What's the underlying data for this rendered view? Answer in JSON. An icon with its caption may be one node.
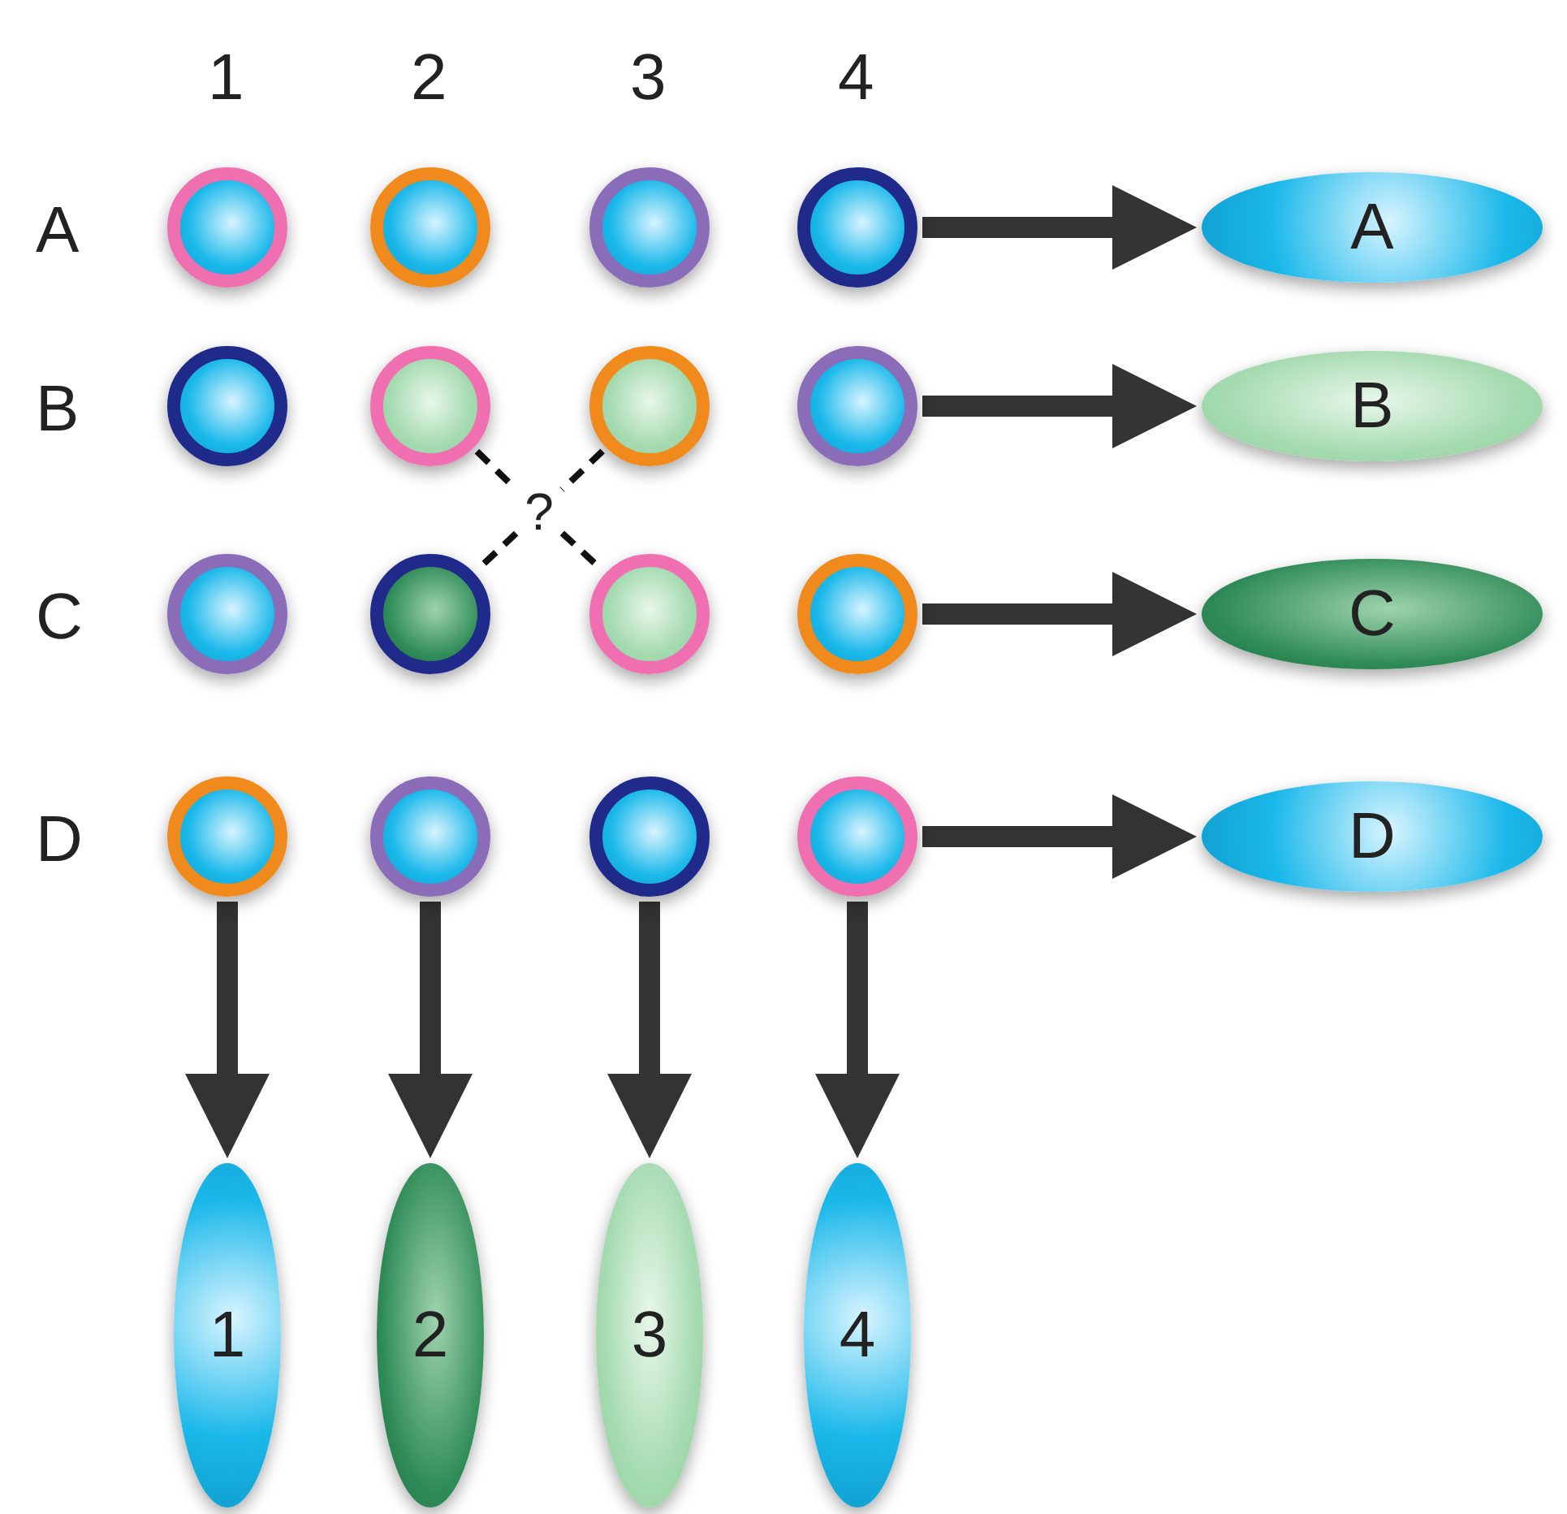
{
  "diagram": {
    "nodes": [
      {
        "text": [],
        "shape": "circle"
      },
      {
        "text": [],
        "shape": "circle"
      },
      {
        "text": [],
        "shape": "circle"
      },
      {
        "text": [],
        "shape": "circle"
      },
      {
        "text": [],
        "shape": "circle"
      },
      {
        "text": [],
        "shape": "circle"
      },
      {
        "text": [],
        "shape": "circle"
      },
      {
        "text": [],
        "shape": "circle"
      },
      {
        "text": [],
        "shape": "circle"
      },
      {
        "text": [],
        "shape": "circle"
      },
      {
        "text": [],
        "shape": "circle"
      },
      {
        "text": [],
        "shape": "circle"
      },
      {
        "text": [],
        "shape": "circle"
      },
      {
        "text": [],
        "shape": "circle"
      },
      {
        "text": [],
        "shape": "circle"
      },
      {
        "text": [],
        "shape": "circle"
      },
      {
        "text": [
          "A"
        ]
      },
      {
        "text": [
          "B"
        ]
      },
      {
        "text": [
          "C"
        ]
      },
      {
        "text": [
          "D"
        ]
      },
      {
        "text": [
          "1"
        ]
      },
      {
        "text": [
          "2"
        ]
      },
      {
        "text": [
          "3"
        ]
      },
      {
        "text": [
          "4"
        ]
      },
      {
        "text": [
          "?"
        ]
      }
    ],
    "edges": [
      {
        "from": 3,
        "to": 16,
        "arrow": "to"
      },
      {
        "from": 7,
        "to": 17,
        "arrow": "to"
      },
      {
        "from": 11,
        "to": 18,
        "arrow": "to"
      },
      {
        "from": 15,
        "to": 19,
        "arrow": "to"
      },
      {
        "from": 12,
        "to": 20,
        "arrow": "to"
      },
      {
        "from": 13,
        "to": 21,
        "arrow": "to"
      },
      {
        "from": 14,
        "to": 22,
        "arrow": "to"
      },
      {
        "from": 15,
        "to": 23,
        "arrow": "to"
      },
      {
        "from": 5,
        "to": 24,
        "arrow": "none",
        "style": "dashed"
      },
      {
        "from": 24,
        "to": 10,
        "arrow": "none",
        "style": "dashed"
      },
      {
        "from": 6,
        "to": 24,
        "arrow": "none",
        "style": "dashed"
      },
      {
        "from": 24,
        "to": 9,
        "arrow": "none",
        "style": "dashed"
      }
    ],
    "labels": [
      "1",
      "2",
      "3",
      "4",
      "A",
      "B",
      "C",
      "D"
    ]
  }
}
